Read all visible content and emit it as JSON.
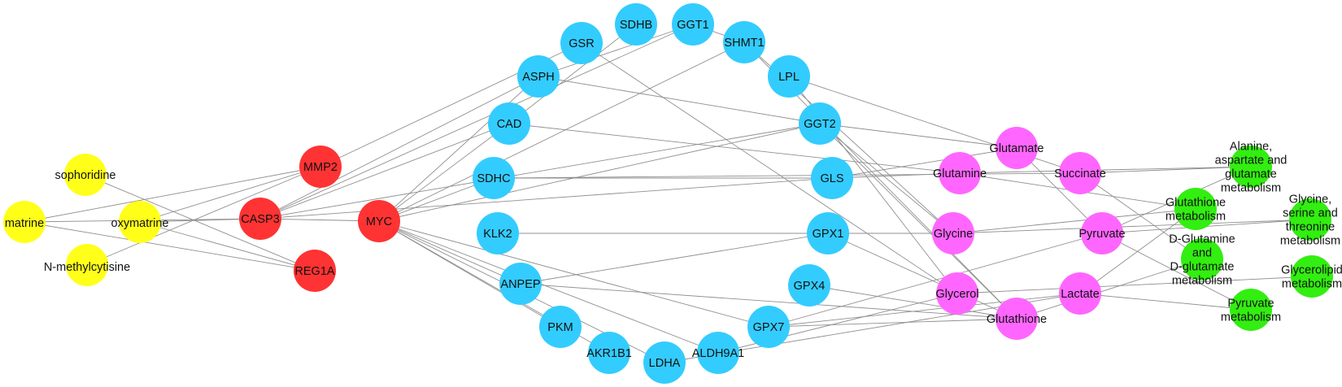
{
  "colors": {
    "compound": "#ffff1a",
    "core_target": "#ff3333",
    "target": "#33ccff",
    "metabolite": "#ff66ff",
    "pathway": "#33ee11",
    "edge": "#8f8f8f"
  },
  "nodes": [
    {
      "id": "sophoridine",
      "label": "sophoridine",
      "group": "compound"
    },
    {
      "id": "matrine",
      "label": "matrine",
      "group": "compound"
    },
    {
      "id": "oxymatrine",
      "label": "oxymatrine",
      "group": "compound"
    },
    {
      "id": "nmethylcytisine",
      "label": "N-methylcytisine",
      "group": "compound"
    },
    {
      "id": "MMP2",
      "label": "MMP2",
      "group": "core_target"
    },
    {
      "id": "CASP3",
      "label": "CASP3",
      "group": "core_target"
    },
    {
      "id": "REG1A",
      "label": "REG1A",
      "group": "core_target"
    },
    {
      "id": "MYC",
      "label": "MYC",
      "group": "core_target"
    },
    {
      "id": "GSR",
      "label": "GSR",
      "group": "target"
    },
    {
      "id": "SDHB",
      "label": "SDHB",
      "group": "target"
    },
    {
      "id": "GGT1",
      "label": "GGT1",
      "group": "target"
    },
    {
      "id": "SHMT1",
      "label": "SHMT1",
      "group": "target"
    },
    {
      "id": "ASPH",
      "label": "ASPH",
      "group": "target"
    },
    {
      "id": "LPL",
      "label": "LPL",
      "group": "target"
    },
    {
      "id": "CAD",
      "label": "CAD",
      "group": "target"
    },
    {
      "id": "GGT2",
      "label": "GGT2",
      "group": "target"
    },
    {
      "id": "SDHC",
      "label": "SDHC",
      "group": "target"
    },
    {
      "id": "GLS",
      "label": "GLS",
      "group": "target"
    },
    {
      "id": "KLK2",
      "label": "KLK2",
      "group": "target"
    },
    {
      "id": "GPX1",
      "label": "GPX1",
      "group": "target"
    },
    {
      "id": "ANPEP",
      "label": "ANPEP",
      "group": "target"
    },
    {
      "id": "GPX4",
      "label": "GPX4",
      "group": "target"
    },
    {
      "id": "PKM",
      "label": "PKM",
      "group": "target"
    },
    {
      "id": "GPX7",
      "label": "GPX7",
      "group": "target"
    },
    {
      "id": "AKR1B1",
      "label": "AKR1B1",
      "group": "target"
    },
    {
      "id": "LDHA",
      "label": "LDHA",
      "group": "target"
    },
    {
      "id": "ALDH9A1",
      "label": "ALDH9A1",
      "group": "target"
    },
    {
      "id": "Glutamate",
      "label": "Glutamate",
      "group": "metabolite"
    },
    {
      "id": "Glutamine",
      "label": "Glutamine",
      "group": "metabolite"
    },
    {
      "id": "Succinate",
      "label": "Succinate",
      "group": "metabolite"
    },
    {
      "id": "Glycine",
      "label": "Glycine",
      "group": "metabolite"
    },
    {
      "id": "Pyruvate",
      "label": "Pyruvate",
      "group": "metabolite"
    },
    {
      "id": "Glycerol",
      "label": "Glycerol",
      "group": "metabolite"
    },
    {
      "id": "Lactate",
      "label": "Lactate",
      "group": "metabolite"
    },
    {
      "id": "Glutathione",
      "label": "Glutathione",
      "group": "metabolite"
    },
    {
      "id": "p_ala",
      "label": [
        "Alanine,",
        "aspartate and",
        "glutamate",
        "metabolism"
      ],
      "group": "pathway"
    },
    {
      "id": "p_gsh",
      "label": [
        "Glutathione",
        "metabolism"
      ],
      "group": "pathway"
    },
    {
      "id": "p_gly",
      "label": [
        "Glycine,",
        "serine and",
        "threonine",
        "metabolism"
      ],
      "group": "pathway"
    },
    {
      "id": "p_dglu",
      "label": [
        "D-Glutamine",
        "and",
        "D-glutamate",
        "metabolism"
      ],
      "group": "pathway"
    },
    {
      "id": "p_glp",
      "label": [
        "Glycerolipid",
        "metabolism"
      ],
      "group": "pathway"
    },
    {
      "id": "p_pyr",
      "label": [
        "Pyruvate",
        "metabolism"
      ],
      "group": "pathway"
    }
  ],
  "edges": [
    [
      "matrine",
      "MMP2"
    ],
    [
      "matrine",
      "CASP3"
    ],
    [
      "matrine",
      "REG1A"
    ],
    [
      "sophoridine",
      "REG1A"
    ],
    [
      "oxymatrine",
      "MMP2"
    ],
    [
      "oxymatrine",
      "CASP3"
    ],
    [
      "oxymatrine",
      "REG1A"
    ],
    [
      "nmethylcytisine",
      "MMP2"
    ],
    [
      "CASP3",
      "MYC"
    ],
    [
      "MMP2",
      "GSR"
    ],
    [
      "CASP3",
      "GGT1"
    ],
    [
      "CASP3",
      "ASPH"
    ],
    [
      "CASP3",
      "CAD"
    ],
    [
      "CASP3",
      "GGT2"
    ],
    [
      "CASP3",
      "GLS"
    ],
    [
      "MYC",
      "ASPH"
    ],
    [
      "MYC",
      "CAD"
    ],
    [
      "MYC",
      "SDHC"
    ],
    [
      "MYC",
      "SHMT1"
    ],
    [
      "MYC",
      "GGT2"
    ],
    [
      "MYC",
      "ANPEP"
    ],
    [
      "MYC",
      "PKM"
    ],
    [
      "MYC",
      "AKR1B1"
    ],
    [
      "MYC",
      "LDHA"
    ],
    [
      "MYC",
      "ALDH9A1"
    ],
    [
      "MYC",
      "GPX7"
    ],
    [
      "SDHB",
      "CAD"
    ],
    [
      "GGT1",
      "ASPH"
    ],
    [
      "GGT1",
      "SHMT1"
    ],
    [
      "GSR",
      "Glycerol"
    ],
    [
      "ASPH",
      "GGT2"
    ],
    [
      "SHMT1",
      "Glycine"
    ],
    [
      "SHMT1",
      "Glutathione"
    ],
    [
      "LPL",
      "Glycerol"
    ],
    [
      "LPL",
      "Succinate"
    ],
    [
      "CAD",
      "Glutamine"
    ],
    [
      "GGT2",
      "Glutamate"
    ],
    [
      "GGT2",
      "Glutathione"
    ],
    [
      "GGT2",
      "Glycine"
    ],
    [
      "SDHC",
      "GLS"
    ],
    [
      "SDHC",
      "Succinate"
    ],
    [
      "GLS",
      "Glutamate"
    ],
    [
      "GLS",
      "Glutamine"
    ],
    [
      "KLK2",
      "GPX1"
    ],
    [
      "KLK2",
      "Glycine"
    ],
    [
      "GPX1",
      "Glutathione"
    ],
    [
      "ANPEP",
      "GPX1"
    ],
    [
      "ANPEP",
      "Glutathione"
    ],
    [
      "GPX4",
      "Glutathione"
    ],
    [
      "GPX7",
      "Glutathione"
    ],
    [
      "GPX7",
      "Pyruvate"
    ],
    [
      "GPX7",
      "Lactate"
    ],
    [
      "LDHA",
      "Lactate"
    ],
    [
      "ALDH9A1",
      "Glycerol"
    ],
    [
      "Glutamate",
      "Pyruvate"
    ],
    [
      "Glutamine",
      "p_ala"
    ],
    [
      "Glutamine",
      "p_gsh"
    ],
    [
      "Succinate",
      "p_ala"
    ],
    [
      "Succinate",
      "p_dglu"
    ],
    [
      "Glycine",
      "p_gly"
    ],
    [
      "Glycine",
      "p_gsh"
    ],
    [
      "Pyruvate",
      "p_ala"
    ],
    [
      "Pyruvate",
      "p_pyr"
    ],
    [
      "Pyruvate",
      "p_gly"
    ],
    [
      "Glycerol",
      "p_glp"
    ],
    [
      "Lactate",
      "p_pyr"
    ],
    [
      "Lactate",
      "p_gsh"
    ],
    [
      "Glutathione",
      "p_dglu"
    ]
  ]
}
